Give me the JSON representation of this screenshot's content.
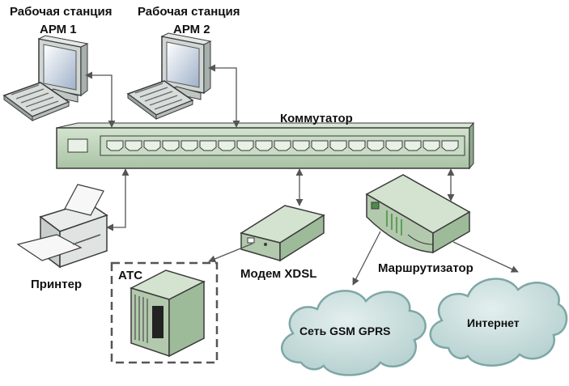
{
  "labels": {
    "workstation1_line1": "Рабочая станция",
    "workstation1_line2": "АРМ 1",
    "workstation2_line1": "Рабочая станция",
    "workstation2_line2": "АРМ 2",
    "switch": "Коммутатор",
    "printer": "Принтер",
    "modem": "Модем XDSL",
    "pbx": "АТС",
    "router": "Маршрутизатор",
    "gsm_network": "Сеть GSM GPRS",
    "internet": "Интернет"
  },
  "icons": [
    "monitor-icon",
    "keyboard-icon",
    "switch-icon",
    "printer-icon",
    "modem-icon",
    "pbx-icon",
    "router-icon",
    "cloud-icon"
  ],
  "colors": {
    "device_fill": "#b8cfb4",
    "device_light": "#d6e5d3",
    "device_dark": "#8eaa8a",
    "cloud_fill": "#c5dcdb",
    "outline": "#3a3a3a"
  },
  "connections": [
    [
      "workstation-1",
      "switch"
    ],
    [
      "workstation-2",
      "switch"
    ],
    [
      "switch",
      "printer"
    ],
    [
      "switch",
      "modem"
    ],
    [
      "switch",
      "router"
    ],
    [
      "modem",
      "pbx"
    ],
    [
      "router",
      "gsm-network"
    ],
    [
      "router",
      "internet"
    ]
  ]
}
